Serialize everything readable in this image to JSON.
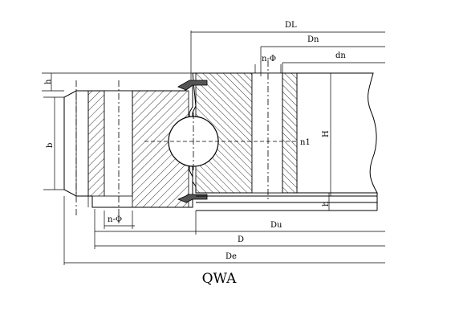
{
  "caption": "QWA",
  "labels": {
    "DL": "DL",
    "Dn": "Dn",
    "dn": "dn",
    "n_phi_top": "n-Φ",
    "n_phi_bottom": "n-Φ",
    "h_top": "h",
    "b": "b",
    "H": "H",
    "n1": "n1",
    "h_bottom": "h",
    "Du": "Du",
    "D": "D",
    "De": "De"
  }
}
